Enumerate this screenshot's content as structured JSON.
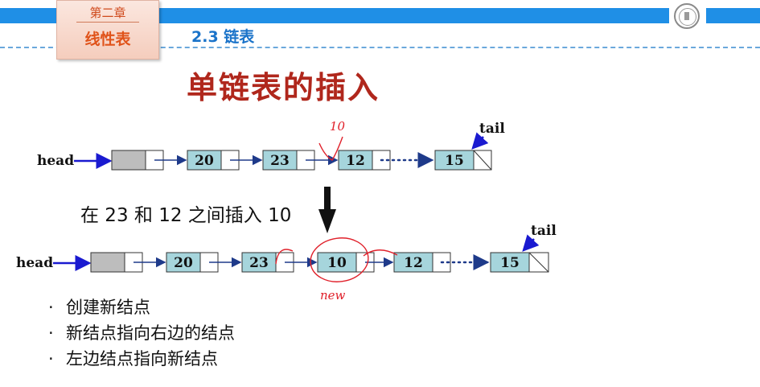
{
  "header": {
    "chapter_num": "第二章",
    "chapter_name": "线性表",
    "section": "2.3  链表"
  },
  "logo": {
    "icon": "university-seal-icon"
  },
  "title": "单链表的插入",
  "diagram_top": {
    "head_label": "head",
    "tail_label": "tail",
    "nodes": [
      "20",
      "23",
      "12",
      "15"
    ],
    "handwritten_note": "10"
  },
  "caption": "在 23 和 12 之间插入 10",
  "diagram_bottom": {
    "head_label": "head",
    "tail_label": "tail",
    "nodes": [
      "20",
      "23",
      "10",
      "12",
      "15"
    ],
    "handwritten_note": "new"
  },
  "bullets": [
    "创建新结点",
    "新结点指向右边的结点",
    "左边结点指向新结点"
  ],
  "colors": {
    "node_fill": "#a6d5dc",
    "arrow": "#1e3a8a",
    "head_arrow": "#1a1ad0",
    "annotation": "#e0202a",
    "title": "#b0271c"
  }
}
